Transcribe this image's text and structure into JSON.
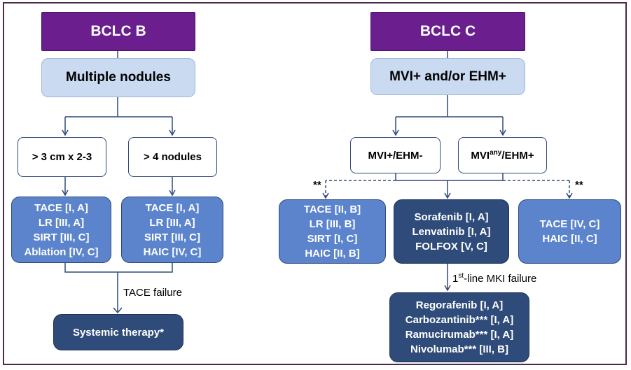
{
  "left": {
    "header": "BCLC B",
    "subheader": "Multiple nodules",
    "branch_a": "> 3 cm x 2-3",
    "branch_b": "> 4 nodules",
    "treat_a": [
      "TACE [I, A]",
      "LR [III, A]",
      "SIRT [III, C]",
      "Ablation [IV, C]"
    ],
    "treat_b": [
      "TACE [I, A]",
      "LR [III, A]",
      "SIRT [III, C]",
      "HAIC [IV, C]"
    ],
    "failure_label": "TACE failure",
    "systemic": "Systemic therapy*"
  },
  "right": {
    "header": "BCLC C",
    "subheader": "MVI+ and/or EHM+",
    "branch_a": "MVI+/EHM-",
    "branch_b_pre": "MVI",
    "branch_b_sup": "any",
    "branch_b_post": "/EHM+",
    "marker_left": "**",
    "marker_right": "**",
    "treat_left": [
      "TACE [II, B]",
      "LR [III, B]",
      "SIRT [I, C]",
      "HAIC [II, B]"
    ],
    "treat_center": [
      "Sorafenib [I, A]",
      "Lenvatinib [I, A]",
      "FOLFOX [V, C]"
    ],
    "treat_right": [
      "TACE [IV, C]",
      "HAIC [II, C]"
    ],
    "failure_pre": "1",
    "failure_sup": "st",
    "failure_post": "-line MKI failure",
    "second_line": [
      "Regorafenib [I, A]",
      "Carbozantinib*** [I, A]",
      "Ramucirumab*** [I, A]",
      "Nivolumab*** [III, B]"
    ]
  },
  "colors": {
    "purple": "#6b1f8e",
    "light_blue": "#c9daf1",
    "mid_blue": "#5b84cc",
    "dark_blue": "#2e4b7a",
    "line": "#2f4a7a"
  }
}
